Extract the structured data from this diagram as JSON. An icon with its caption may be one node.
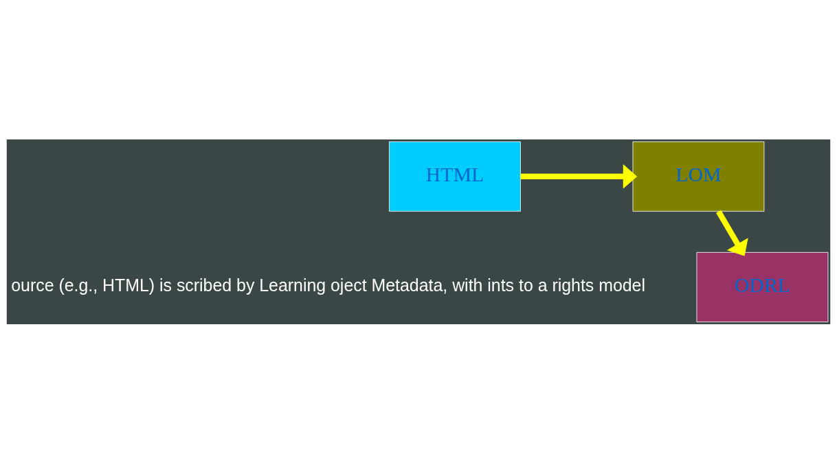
{
  "diagram": {
    "nodes": [
      {
        "text": [
          "HTML"
        ]
      },
      {
        "text": [
          "LOM"
        ]
      },
      {
        "text": [
          "ODRL"
        ]
      }
    ],
    "edges": [
      {
        "from": 0,
        "to": 1,
        "arrow": "to"
      },
      {
        "from": 1,
        "to": 2,
        "arrow": "to"
      }
    ],
    "labels": [
      "ource (e.g., HTML) is scribed by Learning oject Metadata, with ints to a rights model"
    ]
  }
}
